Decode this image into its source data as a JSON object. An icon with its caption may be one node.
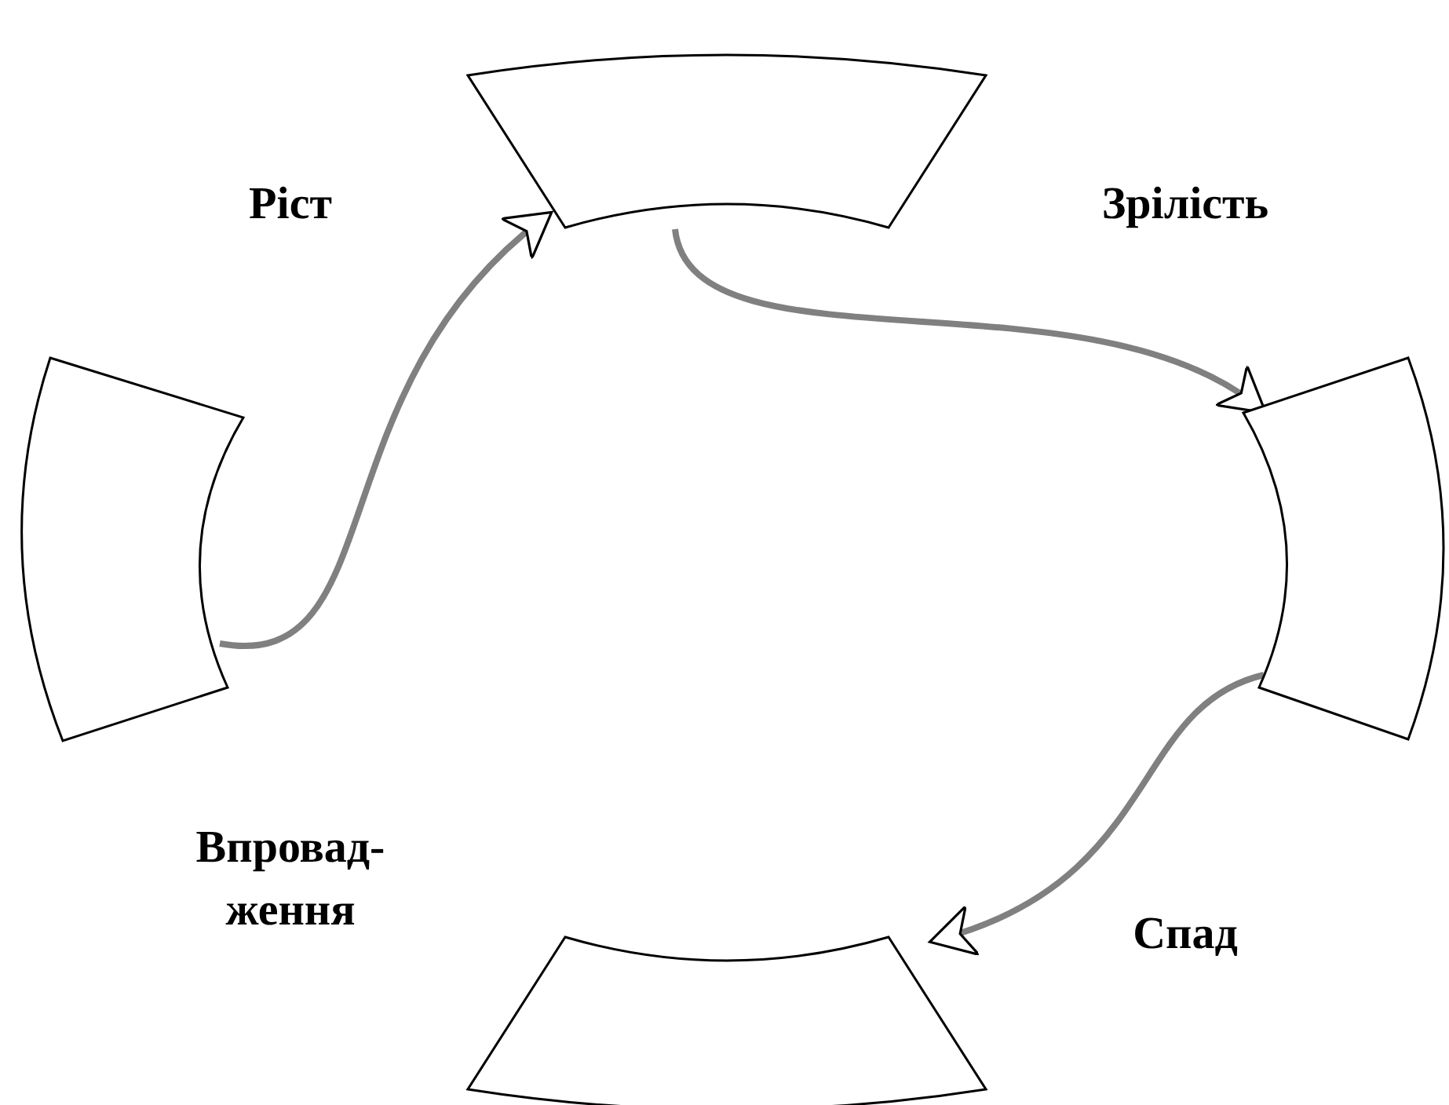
{
  "diagram": {
    "nodes": [
      {
        "text": [],
        "shape": "arc"
      },
      {
        "text": [],
        "shape": "arc"
      },
      {
        "text": [],
        "shape": "arc"
      },
      {
        "text": [],
        "shape": "arc"
      }
    ],
    "edges": [
      {
        "from": 3,
        "to": 0,
        "arrow": "to"
      },
      {
        "from": 0,
        "to": 1,
        "arrow": "to"
      },
      {
        "from": 1,
        "to": 2,
        "arrow": "to"
      }
    ],
    "labels": [
      "Ріст",
      "Зрілість",
      "Впровад-ження",
      "Спад"
    ]
  }
}
